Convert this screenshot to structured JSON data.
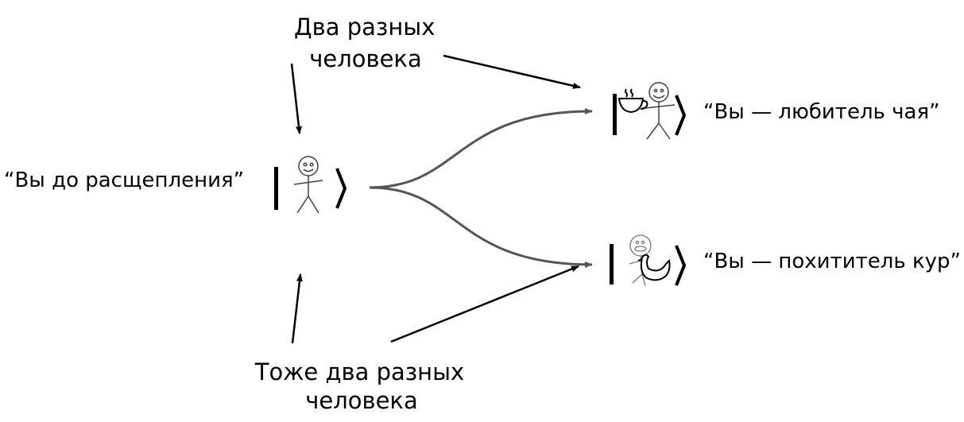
{
  "labels": {
    "top_line1": "Два разных",
    "top_line2": "человека",
    "before_split": "“Вы до расщепления”",
    "tea_lover": "“Вы — любитель чая”",
    "chicken_thief": "“Вы — похититель кур”",
    "bottom_line1": "Тоже два разных",
    "bottom_line2": "человека"
  },
  "colors": {
    "curve": "#555555",
    "arrow": "#000000"
  }
}
